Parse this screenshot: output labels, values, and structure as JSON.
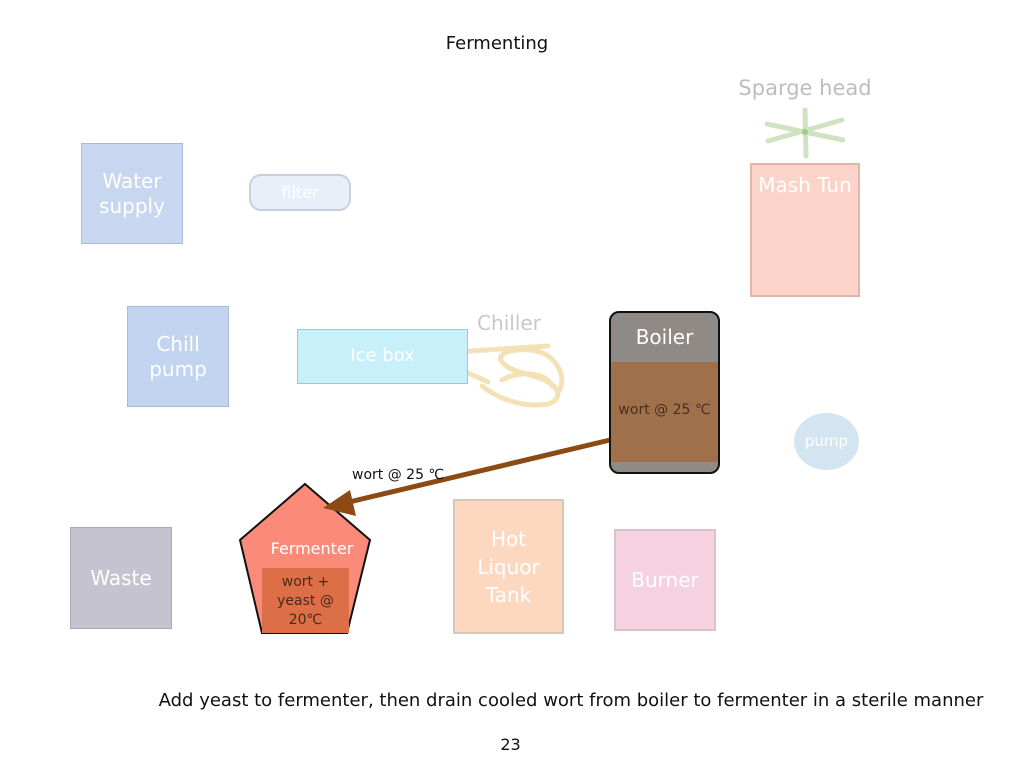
{
  "title": "Fermenting",
  "components": {
    "water_supply": "Water supply",
    "filter": "filter",
    "chill_pump": "Chill pump",
    "ice_box": "Ice box",
    "chiller": "Chiller",
    "sparge_head": "Sparge head",
    "mash_tun": "Mash Tun",
    "boiler": "Boiler",
    "boiler_contents": "wort @ 25 ℃",
    "pump": "pump",
    "waste": "Waste",
    "fermenter": "Fermenter",
    "fermenter_contents": "wort + yeast @ 20℃",
    "hot_liquor_tank": "Hot Liquor Tank",
    "burner": "Burner"
  },
  "flow": {
    "from": "Boiler",
    "to": "Fermenter",
    "label": "wort @ 25 ℃",
    "color": "#8c4a14"
  },
  "caption": "Add yeast to fermenter, then drain cooled wort from boiler to fermenter in a sterile manner",
  "page_number": "23"
}
